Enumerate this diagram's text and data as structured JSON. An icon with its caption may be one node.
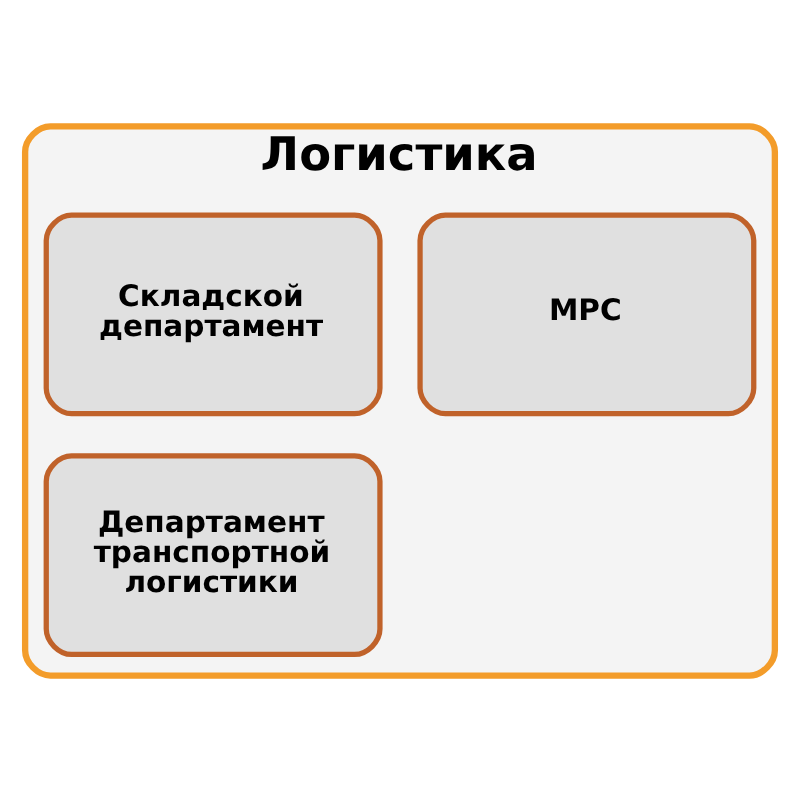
{
  "diagram": {
    "nodes": [
      {
        "text": [
          "Логистика"
        ]
      },
      {
        "text": [
          "Складской департамент"
        ],
        "in": 0
      },
      {
        "text": [
          "МРС"
        ],
        "in": 0
      },
      {
        "text": [
          "Департамент транспортной логистики"
        ],
        "in": 0
      }
    ]
  }
}
